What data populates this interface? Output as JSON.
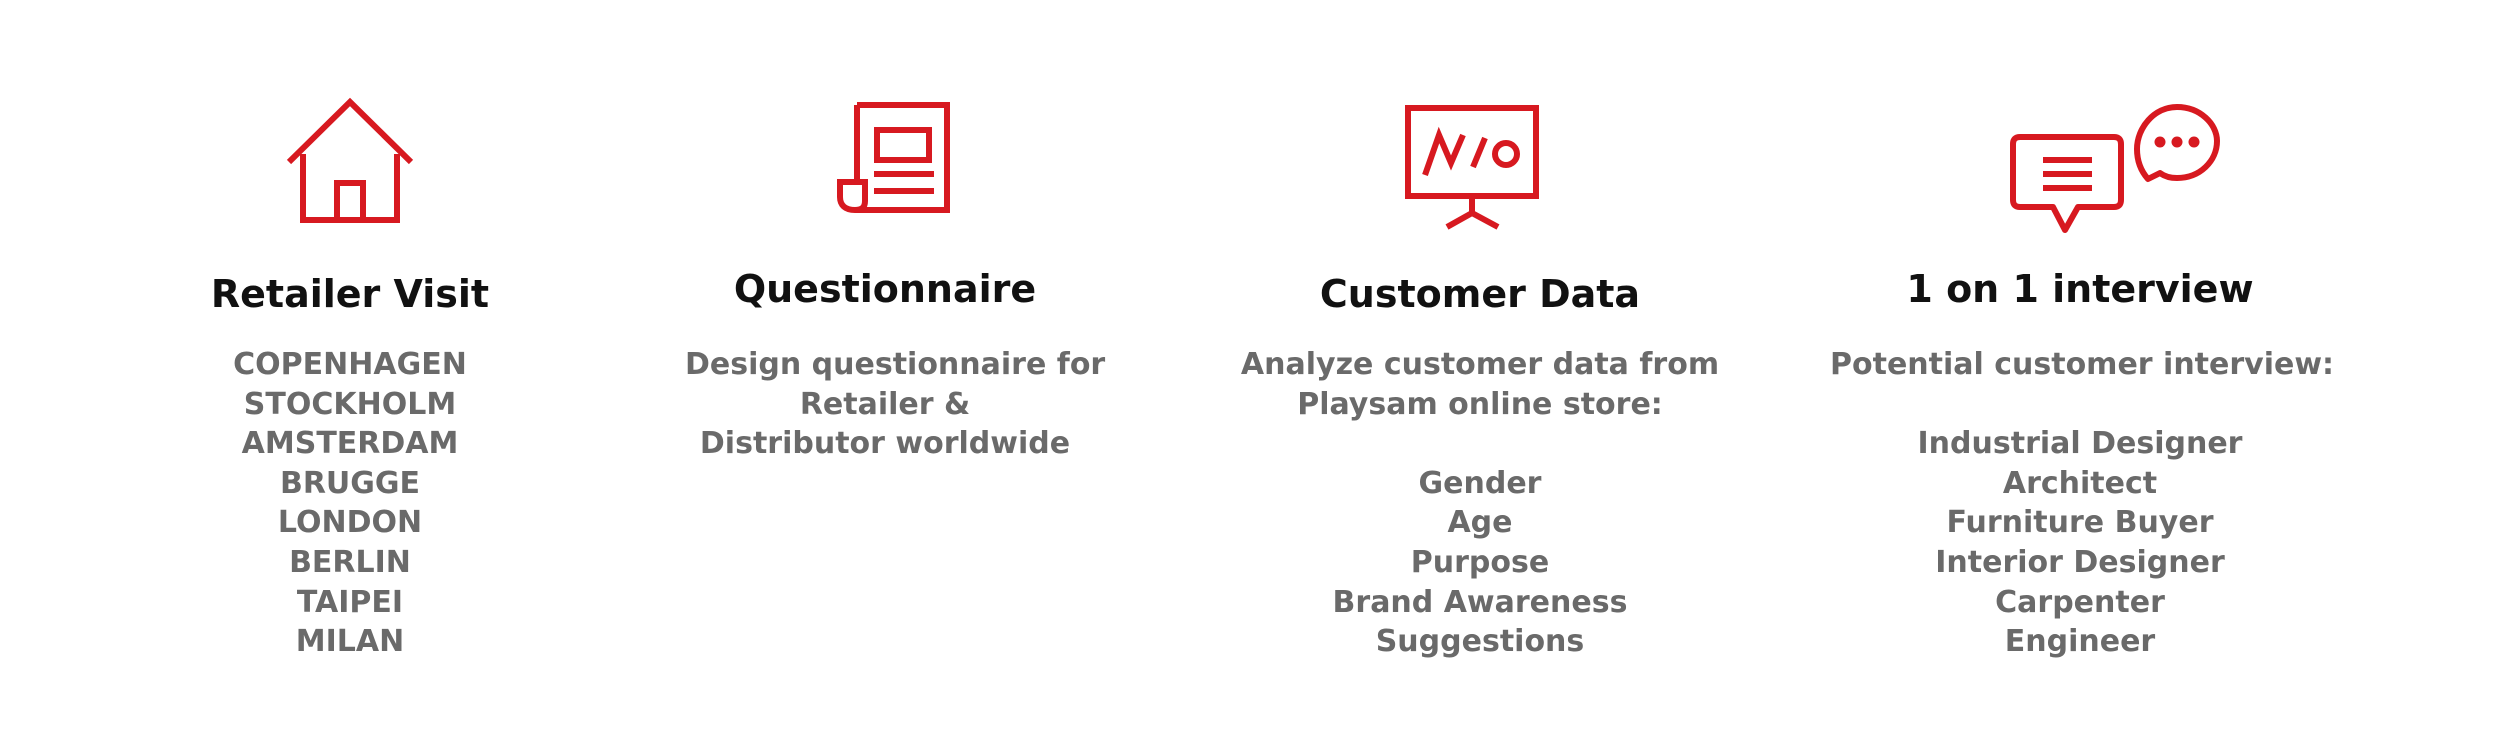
{
  "colors": {
    "accent": "#d71920",
    "title": "#111111",
    "body_text": "#6a6a6a",
    "background": "#ffffff"
  },
  "columns": [
    {
      "icon": "house-icon",
      "title": "Retailer Visit",
      "lines": [
        "COPENHAGEN",
        "STOCKHOLM",
        "AMSTERDAM",
        "BRUGGE",
        "LONDON",
        "BERLIN",
        "TAIPEI",
        "MILAN"
      ]
    },
    {
      "icon": "newspaper-icon",
      "title": "Questionnaire",
      "lines": [
        "Design questionnaire for",
        "Retailer &",
        "Distributor worldwide"
      ]
    },
    {
      "icon": "presentation-board-icon",
      "title": "Customer Data",
      "lines": [
        "Analyze customer data from",
        "Playsam online store:",
        "",
        "Gender",
        "Age",
        "Purpose",
        "Brand Awareness",
        "Suggestions"
      ]
    },
    {
      "icon": "chat-bubbles-icon",
      "title": "1 on 1 interview",
      "lines": [
        "Potential customer interview:",
        "",
        "Industrial Designer",
        "Architect",
        "Furniture Buyer",
        "Interior Designer",
        "Carpenter",
        "Engineer"
      ]
    }
  ]
}
